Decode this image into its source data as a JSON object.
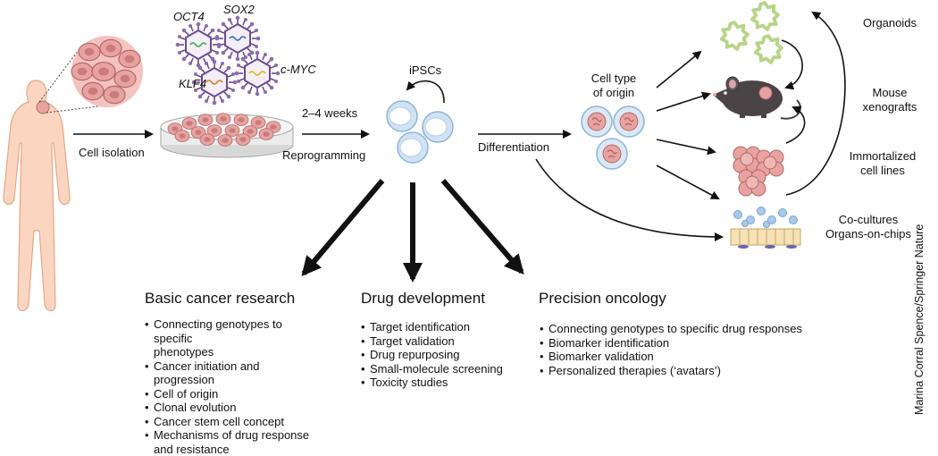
{
  "labels": {
    "oct4": "OCT4",
    "sox2": "SOX2",
    "klf4": "KLF4",
    "cmyc": "c-MYC",
    "cell_isolation": "Cell isolation",
    "duration": "2–4 weeks",
    "reprogramming": "Reprogramming",
    "ipscs": "iPSCs",
    "differentiation": "Differentiation",
    "cell_type_origin": "Cell type\nof origin",
    "organoids": "Organoids",
    "mouse_xenografts": "Mouse\nxenografts",
    "immortalized_cell_lines": "Immortalized\ncell lines",
    "cocultures": "Co-cultures\nOrgans-on-chips"
  },
  "sections": [
    {
      "title": "Basic cancer research",
      "items": [
        "Connecting genotypes to specific\nphenotypes",
        "Cancer initiation and progression",
        "Cell of origin",
        "Clonal evolution",
        "Cancer stem cell concept",
        "Mechanisms of drug response\nand resistance"
      ]
    },
    {
      "title": "Drug development",
      "items": [
        "Target identification",
        "Target validation",
        "Drug repurposing",
        "Small-molecule screening",
        "Toxicity studies"
      ]
    },
    {
      "title": "Precision oncology",
      "items": [
        "Connecting genotypes to specific drug responses",
        "Biomarker identification",
        "Biomarker validation",
        "Personalized therapies (‘avatars’)"
      ]
    }
  ],
  "credit": "Marina Corral Spence/Springer Nature",
  "colors": {
    "skin": "#fbd5bf",
    "tumor_cell": "#e8a3a0",
    "tumor_nucleus": "#c87c7c",
    "virus": "#6c4a8e",
    "stem_cell": "#cfe3f4",
    "organoid": "#dcecb8",
    "mouse": "#4b4446"
  }
}
